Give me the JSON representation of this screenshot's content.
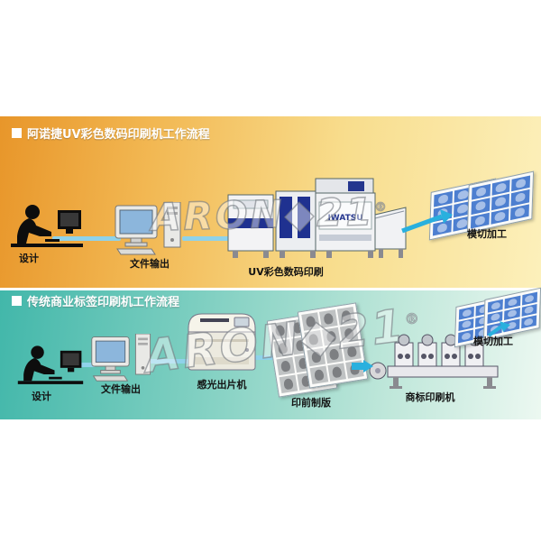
{
  "watermark": {
    "brand": "ARON",
    "symbol": "◆",
    "number": "21",
    "registered": "®"
  },
  "top_flow": {
    "title": "阿诺捷UV彩色数码印刷机工作流程",
    "machine_brand": "IWATSU",
    "nodes": [
      {
        "label": "设计"
      },
      {
        "label": "文件输出"
      },
      {
        "label": "UV彩色数码印刷"
      },
      {
        "label": "模切加工"
      }
    ]
  },
  "bottom_flow": {
    "title": "传统商业标签印刷机工作流程",
    "nodes": [
      {
        "label": "设计"
      },
      {
        "label": "文件输出"
      },
      {
        "label": "感光出片机"
      },
      {
        "label": "印前制版"
      },
      {
        "label": "商标印刷机"
      },
      {
        "label": "模切加工"
      }
    ]
  },
  "colors": {
    "band_top_left": "#e8962a",
    "band_top_right": "#fcf0bb",
    "band_bottom_left": "#42b7aa",
    "band_bottom_right": "#ecf8f1",
    "connector": "#8fd2ea",
    "arrow": "#29b0de",
    "navy_accent": "#1f3190",
    "stamp_blue": "#4d7fd0"
  }
}
